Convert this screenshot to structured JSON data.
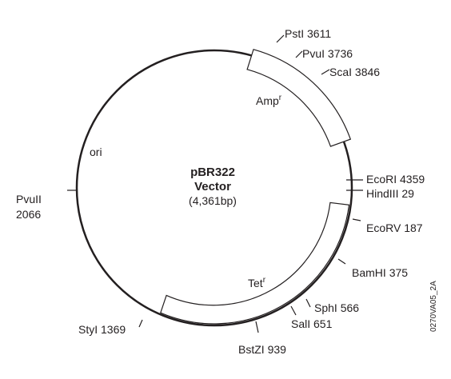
{
  "plasmid": {
    "name": "pBR322",
    "type": "Vector",
    "size": "(4,361bp)"
  },
  "origin": "ori",
  "genes": [
    {
      "name": "Amp",
      "sup": "r"
    },
    {
      "name": "Tet",
      "sup": "r"
    }
  ],
  "sites": [
    {
      "enzyme": "PstI",
      "position": "3611"
    },
    {
      "enzyme": "PvuI",
      "position": "3736"
    },
    {
      "enzyme": "ScaI",
      "position": "3846"
    },
    {
      "enzyme": "EcoRI",
      "position": "4359"
    },
    {
      "enzyme": "HindIII",
      "position": "29"
    },
    {
      "enzyme": "EcoRV",
      "position": "187"
    },
    {
      "enzyme": "BamHI",
      "position": "375"
    },
    {
      "enzyme": "SphI",
      "position": "566"
    },
    {
      "enzyme": "SalI",
      "position": "651"
    },
    {
      "enzyme": "BstZI",
      "position": "939"
    },
    {
      "enzyme": "StyI",
      "position": "1369"
    },
    {
      "enzyme": "PvuII",
      "position": "2066"
    }
  ],
  "figure_code": "0270VA05_2A",
  "colors": {
    "ink": "#231f20",
    "background": "#ffffff"
  }
}
